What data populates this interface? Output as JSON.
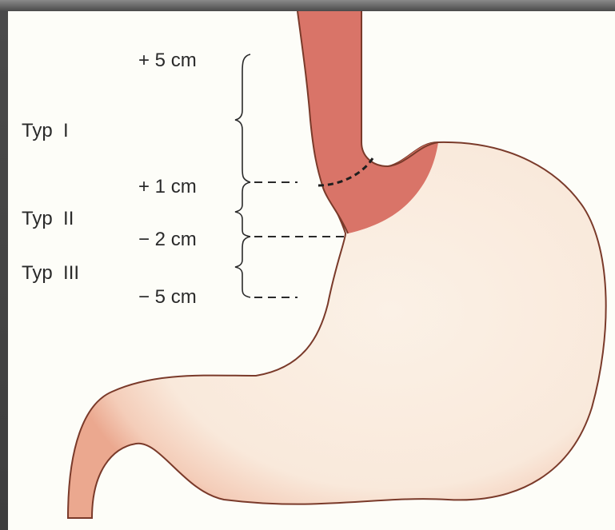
{
  "diagram": {
    "type_labels": [
      "Typ  I",
      "Typ  II",
      "Typ  III"
    ],
    "level_labels": [
      "+ 5 cm",
      "+ 1 cm",
      "− 2 cm",
      "− 5 cm"
    ],
    "colors": {
      "background": "#fdfdf8",
      "esophagus": "#d97468",
      "stomach": "#f7e6d7",
      "stomach_rim": "#efb6a0",
      "outline": "#7a3a2a",
      "line": "#2a2a2a"
    }
  }
}
